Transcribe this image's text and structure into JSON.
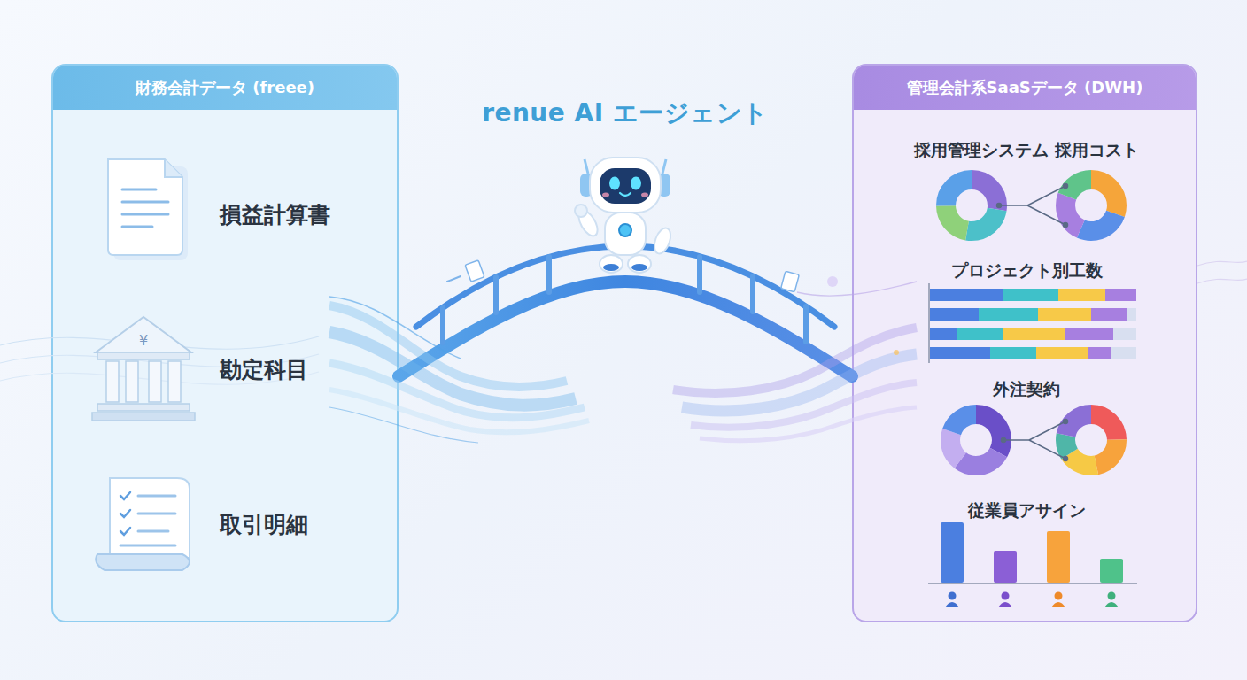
{
  "diagram": {
    "title": "renue AI エージェント",
    "nodes": [
      {
        "text": [
          "財務会計データ (freee)"
        ]
      },
      {
        "text": [
          "損益計算書"
        ],
        "in": 0
      },
      {
        "text": [
          "勘定科目"
        ],
        "in": 0
      },
      {
        "text": [
          "取引明細"
        ],
        "in": 0
      },
      {
        "text": [
          "管理会計系SaaSデータ (DWH)"
        ]
      },
      {
        "text": [
          "採用管理システム 採用コスト"
        ],
        "in": 4
      },
      {
        "text": [
          "プロジェクト別工数"
        ],
        "in": 4
      },
      {
        "text": [
          "外注契約"
        ],
        "in": 4
      },
      {
        "text": [
          "従業員アサイン"
        ],
        "in": 4
      }
    ],
    "edges": [
      {
        "from": 0,
        "to": 4,
        "arrow": "none"
      }
    ]
  }
}
